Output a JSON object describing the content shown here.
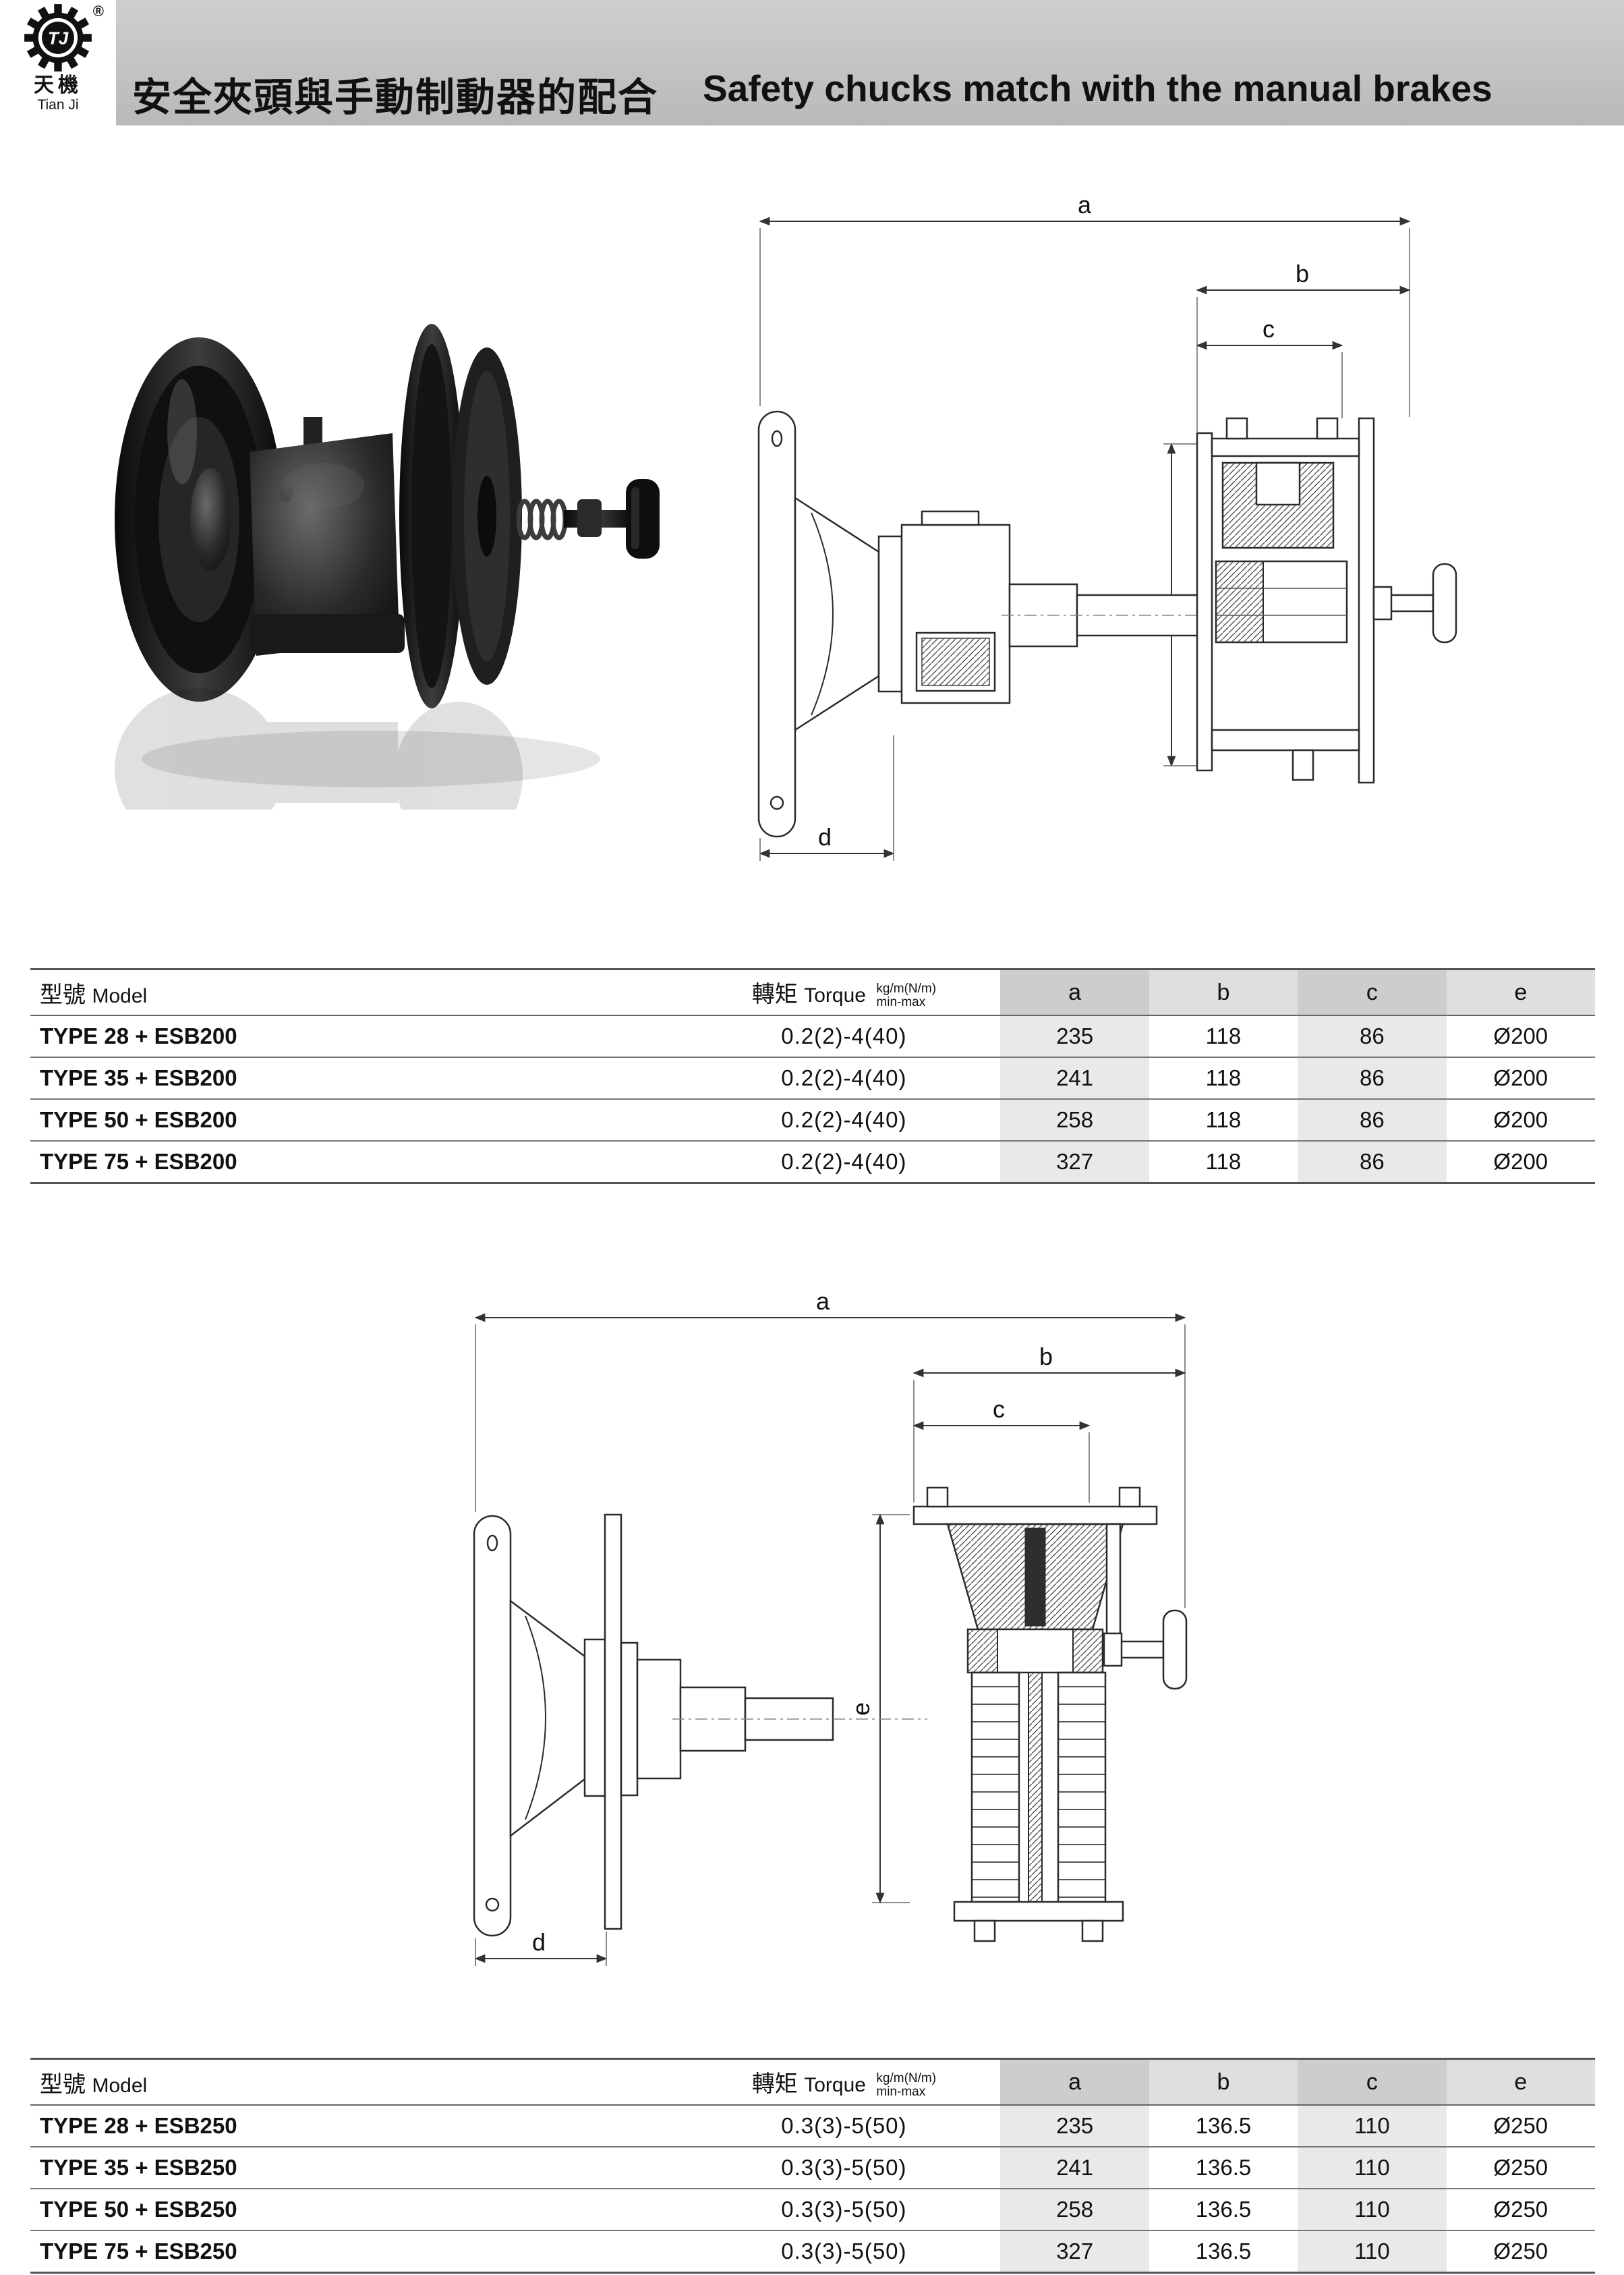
{
  "header": {
    "logo_tj": "TJ",
    "logo_reg": "®",
    "logo_zh": "天機",
    "logo_en": "Tian Ji",
    "title_zh": "安全夾頭與手動制動器的配合",
    "title_en": "Safety chucks match with the manual brakes"
  },
  "drawings": {
    "dims": {
      "a": "a",
      "b": "b",
      "c": "c",
      "d": "d",
      "e": "e"
    }
  },
  "table_headers": {
    "model_zh": "型號",
    "model_en": "Model",
    "torque_zh": "轉矩",
    "torque_en": "Torque",
    "torque_unit": "kg/m(N/m)",
    "torque_range": "min-max",
    "col_a": "a",
    "col_b": "b",
    "col_c": "c",
    "col_e": "e"
  },
  "tables": [
    {
      "rows": [
        {
          "model": "TYPE 28 + ESB200",
          "torque": "0.2(2)-4(40)",
          "a": "235",
          "b": "118",
          "c": "86",
          "e": "Ø200"
        },
        {
          "model": "TYPE 35 + ESB200",
          "torque": "0.2(2)-4(40)",
          "a": "241",
          "b": "118",
          "c": "86",
          "e": "Ø200"
        },
        {
          "model": "TYPE 50 + ESB200",
          "torque": "0.2(2)-4(40)",
          "a": "258",
          "b": "118",
          "c": "86",
          "e": "Ø200"
        },
        {
          "model": "TYPE 75 + ESB200",
          "torque": "0.2(2)-4(40)",
          "a": "327",
          "b": "118",
          "c": "86",
          "e": "Ø200"
        }
      ]
    },
    {
      "rows": [
        {
          "model": "TYPE 28 + ESB250",
          "torque": "0.3(3)-5(50)",
          "a": "235",
          "b": "136.5",
          "c": "110",
          "e": "Ø250"
        },
        {
          "model": "TYPE 35 + ESB250",
          "torque": "0.3(3)-5(50)",
          "a": "241",
          "b": "136.5",
          "c": "110",
          "e": "Ø250"
        },
        {
          "model": "TYPE 50 + ESB250",
          "torque": "0.3(3)-5(50)",
          "a": "258",
          "b": "136.5",
          "c": "110",
          "e": "Ø250"
        },
        {
          "model": "TYPE 75 + ESB250",
          "torque": "0.3(3)-5(50)",
          "a": "327",
          "b": "136.5",
          "c": "110",
          "e": "Ø250"
        }
      ]
    }
  ]
}
